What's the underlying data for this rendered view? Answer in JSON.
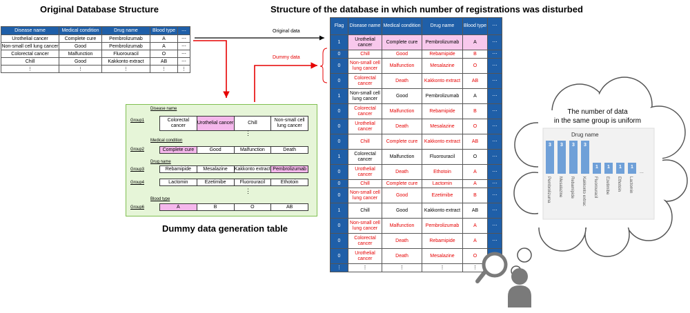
{
  "titles": {
    "original": "Original Database Structure",
    "disturbed": "Structure of the database in which number of registrations was disturbed",
    "dummy_table": "Dummy data generation table"
  },
  "labels": {
    "original_data": "Original data",
    "dummy_data": "Dummy data"
  },
  "original_table": {
    "headers": [
      "Disease name",
      "Medical condition",
      "Drug name",
      "Blood type",
      "⋯"
    ],
    "rows": [
      [
        "Urothelial cancer",
        "Complete cure",
        "Pembrolizumab",
        "A",
        "⋯"
      ],
      [
        "Non-small cell lung cancer",
        "Good",
        "Pembrolizumab",
        "A",
        "⋯"
      ],
      [
        "Colorectal cancer",
        "Malfunction",
        "Fluorouracil",
        "O",
        "⋯"
      ],
      [
        "Chill",
        "Good",
        "Kakkonto extract",
        "AB",
        "⋯"
      ],
      [
        "⋮",
        "⋮",
        "⋮",
        "⋮",
        "⋮"
      ]
    ]
  },
  "disturbed_table": {
    "headers": [
      "Flag",
      "Disease name",
      "Medical condition",
      "Drug name",
      "Blood type",
      "⋯"
    ],
    "rows": [
      [
        "1",
        "Urothelial cancer",
        "Complete cure",
        "Pembrolizumab",
        "A",
        "⋯"
      ],
      [
        "0",
        "Chill",
        "Good",
        "Rebamipide",
        "B",
        "⋯"
      ],
      [
        "0",
        "Non-small cell lung cancer",
        "Malfunction",
        "Mesalazine",
        "O",
        "⋯"
      ],
      [
        "0",
        "Colorectal cancer",
        "Death",
        "Kakkonto extract",
        "AB",
        "⋯"
      ],
      [
        "1",
        "Non-small cell lung cancer",
        "Good",
        "Pembrolizumab",
        "A",
        "⋯"
      ],
      [
        "0",
        "Colorectal cancer",
        "Malfunction",
        "Rebamipide",
        "B",
        "⋯"
      ],
      [
        "0",
        "Urothelial cancer",
        "Death",
        "Mesalazine",
        "O",
        "⋯"
      ],
      [
        "0",
        "Chill",
        "Complete cure",
        "Kakkonto extract",
        "AB",
        "⋯"
      ],
      [
        "1",
        "Colorectal cancer",
        "Malfunction",
        "Fluorouracil",
        "O",
        "⋯"
      ],
      [
        "0",
        "Urothelial cancer",
        "Death",
        "Ethotoin",
        "A",
        "⋯"
      ],
      [
        "0",
        "Chill",
        "Complete cure",
        "Lactomin",
        "A",
        "⋯"
      ],
      [
        "0",
        "Non-small cell lung cancer",
        "Good",
        "Ezetimibe",
        "B",
        "⋯"
      ],
      [
        "1",
        "Chill",
        "Good",
        "Kakkonto extract",
        "AB",
        "⋯"
      ],
      [
        "0",
        "Non-small cell lung cancer",
        "Malfunction",
        "Pembrolizumab",
        "A",
        "⋯"
      ],
      [
        "0",
        "Colorectal cancer",
        "Death",
        "Rebamipide",
        "A",
        "⋯"
      ],
      [
        "0",
        "Urothelial cancer",
        "Death",
        "Mesalazine",
        "O",
        "⋯"
      ],
      [
        "⋮",
        "⋮",
        "⋮",
        "⋮",
        "⋮",
        "⋮"
      ]
    ]
  },
  "dummy": {
    "section_labels": {
      "disease": "Disease name",
      "condition": "Medical condition",
      "drug": "Drug name",
      "blood": "Blood type"
    },
    "groups": [
      "Group1",
      "Group2",
      "Group3",
      "Group4",
      "Group6"
    ],
    "group1": [
      "Colorectal cancer",
      "Urothelial cancer",
      "Chill",
      "Non-small cell lung cancer"
    ],
    "group2": [
      "Complete cure",
      "Good",
      "Malfunction",
      "Death"
    ],
    "group3": [
      "Rebamipide",
      "Mesalazine",
      "Kakkonto extract",
      "Pembrolizumab"
    ],
    "group4": [
      "Lactomin",
      "Ezetimibe",
      "Fluorouracil",
      "Ethotoin"
    ],
    "group6": [
      "A",
      "B",
      "O",
      "AB"
    ],
    "vdots": "⋮"
  },
  "bubble": {
    "line1": "The number of data",
    "line2": "in the same group is uniform"
  },
  "chart_data": {
    "type": "bar",
    "title": "Drug name",
    "categories": [
      "Pembrolizuma",
      "Mesalazine",
      "Rebamipide",
      "Kakkonto extrac",
      "Fluorouracil",
      "Ezetimibe",
      "Ethotoin",
      "Lactomin"
    ],
    "values": [
      3,
      3,
      3,
      3,
      1,
      1,
      1,
      1
    ],
    "trailing": "...",
    "bar_color": "#6fa0d8"
  },
  "colors": {
    "header": "#1f5fa8",
    "pink": "#f8c8ec",
    "red": "#e60000",
    "panel": "#e6f5d8"
  }
}
